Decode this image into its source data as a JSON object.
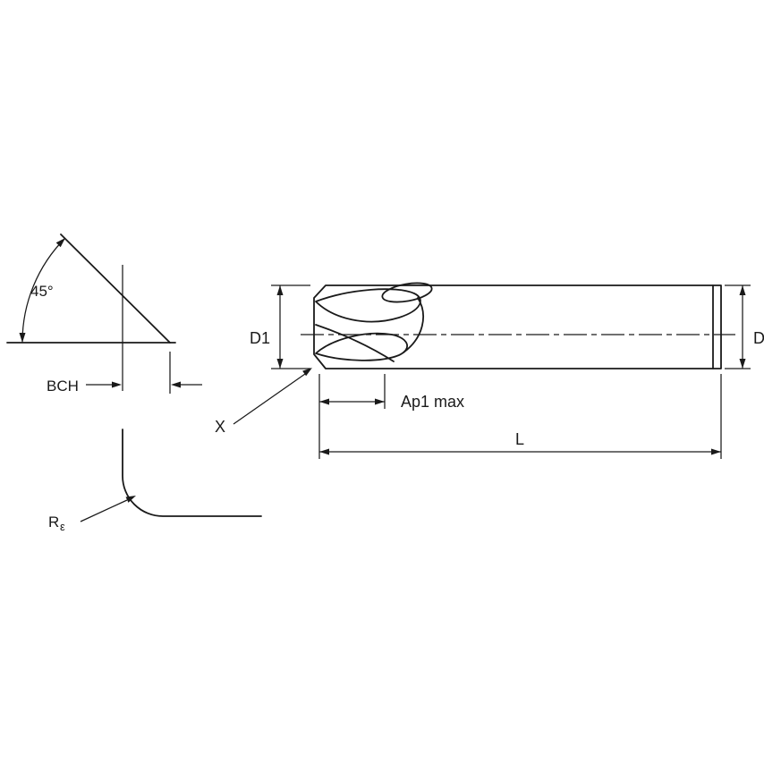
{
  "diagram": {
    "type": "technical-drawing",
    "subject": "chamfered end mill with dimension callouts",
    "labels": {
      "angle": "45°",
      "bch": "BCH",
      "corner_radius_symbol": "R",
      "corner_radius_subscript": "ε",
      "x_callout": "X",
      "cutting_diameter": "D1",
      "shank_diameter": "D",
      "depth_of_cut": "Ap1 max",
      "overall_length": "L"
    },
    "colors": {
      "line": "#1a1a1a",
      "body_fill": "#d9d9d9",
      "flute_fill": "#ffffff",
      "background": "#ffffff"
    }
  }
}
